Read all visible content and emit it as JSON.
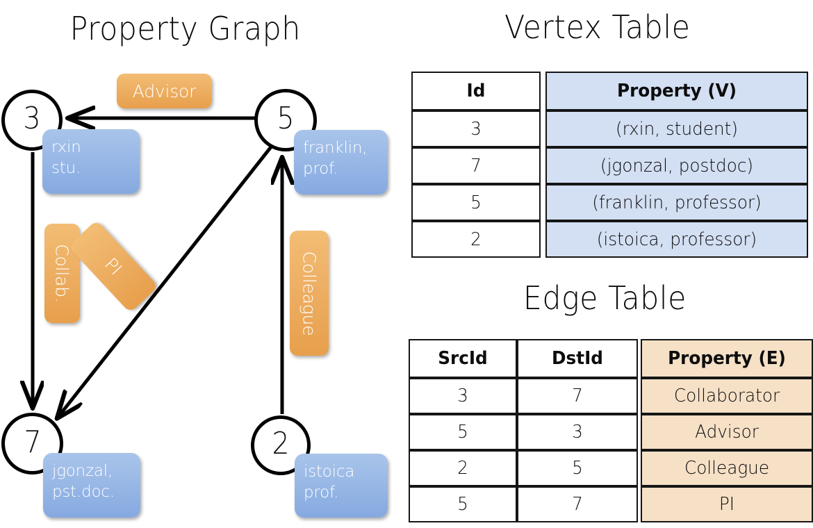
{
  "titles": {
    "property_graph": "Property Graph",
    "vertex_table": "Vertex Table",
    "edge_table": "Edge Table"
  },
  "graph": {
    "nodes": [
      {
        "id": "3",
        "property": "rxin\nstu."
      },
      {
        "id": "5",
        "property": "franklin,\nprof."
      },
      {
        "id": "7",
        "property": "jgonzal,\npst.doc."
      },
      {
        "id": "2",
        "property": "istoica\nprof."
      }
    ],
    "edge_labels": {
      "advisor": "Advisor",
      "collab": "Collab.",
      "pi": "PI",
      "colleague": "Colleague"
    }
  },
  "vertex_table": {
    "headers": [
      "Id",
      "Property (V)"
    ],
    "rows": [
      {
        "id": "3",
        "property": "(rxin, student)"
      },
      {
        "id": "7",
        "property": "(jgonzal, postdoc)"
      },
      {
        "id": "5",
        "property": "(franklin, professor)"
      },
      {
        "id": "2",
        "property": "(istoica, professor)"
      }
    ]
  },
  "edge_table": {
    "headers": [
      "SrcId",
      "DstId",
      "Property (E)"
    ],
    "rows": [
      {
        "src": "3",
        "dst": "7",
        "property": "Collaborator"
      },
      {
        "src": "5",
        "dst": "3",
        "property": "Advisor"
      },
      {
        "src": "2",
        "dst": "5",
        "property": "Colleague"
      },
      {
        "src": "5",
        "dst": "7",
        "property": "PI"
      }
    ]
  },
  "colors": {
    "vertex_property_fill": "#d3dff3",
    "edge_property_fill": "#f6e0c6",
    "node_bubble_blue": "#9dbbe7",
    "edge_chip_orange": "#eeb166",
    "stroke": "#000000"
  }
}
